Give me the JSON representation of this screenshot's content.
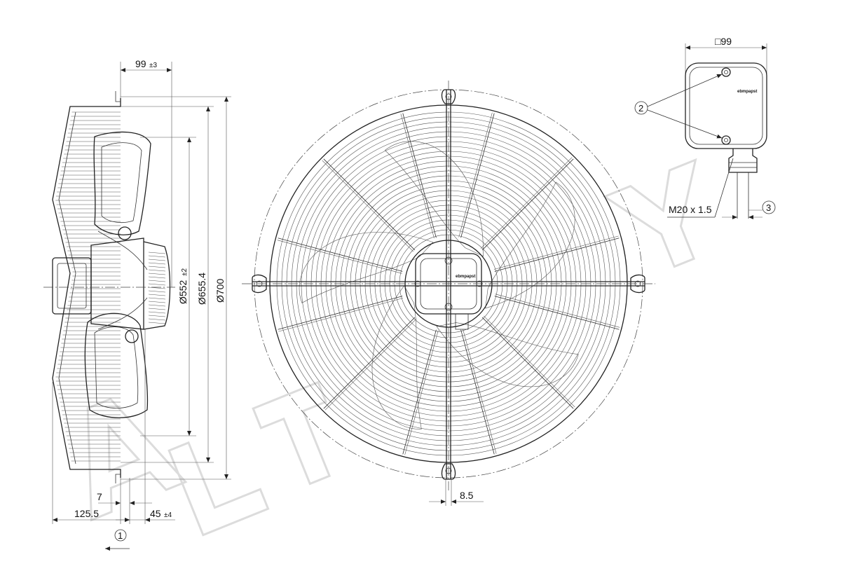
{
  "side_view": {
    "dim_depth": "99",
    "dim_depth_tol": "±3",
    "dia_inner": "Ø552",
    "dia_inner_tol": "±2",
    "dia_mid": "Ø655.4",
    "dia_outer": "Ø700",
    "dim_overall": "125.5",
    "dim_small": "7",
    "dim_mount": "45",
    "dim_mount_tol": "±4",
    "callout_1": "1"
  },
  "front_view": {
    "dim_hole": "8.5",
    "brand_label": "ebmpapst"
  },
  "box_view": {
    "dim_box": "□99",
    "callout_2": "2",
    "callout_3": "3",
    "cable_gland": "M20 x 1.5",
    "brand_label": "ebmpapst"
  },
  "colors": {
    "line": "#222222",
    "watermark": "#dcdcdc",
    "background": "#ffffff"
  }
}
